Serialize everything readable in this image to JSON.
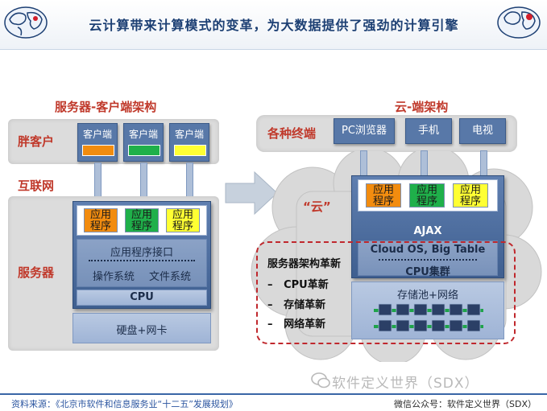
{
  "header": {
    "title": "云计算带来计算模式的变革，为大数据提供了强劲的计算引擎"
  },
  "left": {
    "title": "服务器-客户端架构",
    "labels": {
      "fat_client": "胖客户",
      "internet": "互联网",
      "server": "服务器"
    },
    "clients": [
      {
        "label": "客户端",
        "color": "#f28c0f"
      },
      {
        "label": "客户端",
        "color": "#1fb04a"
      },
      {
        "label": "客户端",
        "color": "#ffff33"
      }
    ],
    "apps": [
      {
        "line1": "应用",
        "line2": "程序",
        "color": "#f28c0f"
      },
      {
        "line1": "应用",
        "line2": "程序",
        "color": "#1fb04a"
      },
      {
        "line1": "应用",
        "line2": "程序",
        "color": "#ffff33"
      }
    ],
    "api": "应用程序接口",
    "os": "操作系统",
    "fs": "文件系统",
    "cpu": "CPU",
    "hw": "硬盘+网卡"
  },
  "right": {
    "title": "云-端架构",
    "terminals_label": "各种终端",
    "devices": [
      "PC浏览器",
      "手机",
      "电视"
    ],
    "cloud_label": "“云”",
    "apps": [
      {
        "line1": "应用",
        "line2": "程序",
        "color": "#f28c0f"
      },
      {
        "line1": "应用",
        "line2": "程序",
        "color": "#1fb04a"
      },
      {
        "line1": "应用",
        "line2": "程序",
        "color": "#ffff33"
      }
    ],
    "ajax": "AJAX",
    "cloud_os": "Cloud OS, Big Table",
    "cpu_cluster": "CPU集群",
    "storage": "存储池+网络",
    "innovation_title": "服务器架构革新",
    "innovations": [
      {
        "dash": "–",
        "text": "CPU革新"
      },
      {
        "dash": "–",
        "text": "存储革新"
      },
      {
        "dash": "–",
        "text": "网络革新"
      }
    ]
  },
  "watermark": "软件定义世界（SDX）",
  "footer": {
    "source": "资料来源：《北京市软件和信息服务业“十二五”发展规划》",
    "wechat": "微信公众号：软件定义世界（SDX）"
  },
  "colors": {
    "title_blue": "#1c3f73",
    "label_red": "#c0392b",
    "box_blue": "#5878a8",
    "panel_gray": "#dcdcdc",
    "cloud_gray": "#d9d9d9",
    "dash_red": "#c0282d"
  }
}
